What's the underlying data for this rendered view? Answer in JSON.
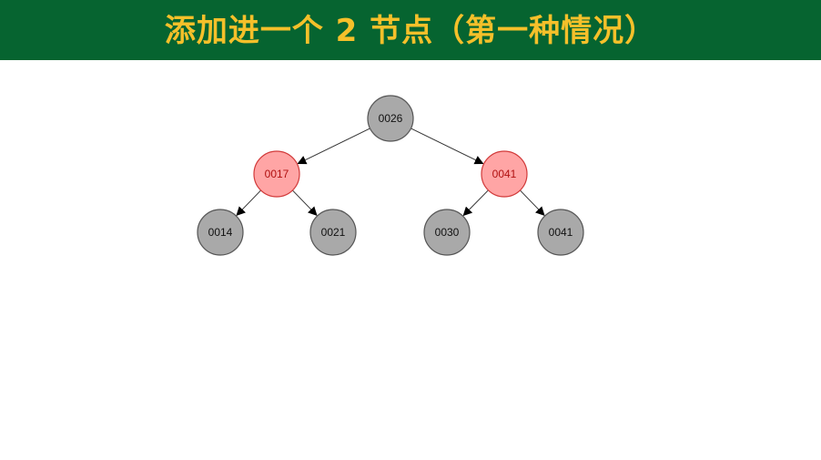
{
  "header": {
    "title": "添加进一个 2 节点（第一种情况）"
  },
  "colors": {
    "header_background": "#066430",
    "title_color": "#f5c02a",
    "black_node_fill": "#a9a9a9",
    "black_node_stroke": "#555555",
    "red_node_fill": "#ffa5a5",
    "red_node_stroke": "#d23a3a",
    "red_node_text": "#b01010",
    "edge_color": "#333333"
  },
  "tree": {
    "nodes": [
      {
        "id": "n26",
        "label": "0026",
        "color": "black"
      },
      {
        "id": "n17",
        "label": "0017",
        "color": "red"
      },
      {
        "id": "n41a",
        "label": "0041",
        "color": "red"
      },
      {
        "id": "n14",
        "label": "0014",
        "color": "black"
      },
      {
        "id": "n21",
        "label": "0021",
        "color": "black"
      },
      {
        "id": "n30",
        "label": "0030",
        "color": "black"
      },
      {
        "id": "n41b",
        "label": "0041",
        "color": "black"
      }
    ],
    "edges": [
      {
        "from": "n26",
        "to": "n17"
      },
      {
        "from": "n26",
        "to": "n41a"
      },
      {
        "from": "n17",
        "to": "n14"
      },
      {
        "from": "n17",
        "to": "n21"
      },
      {
        "from": "n41a",
        "to": "n30"
      },
      {
        "from": "n41a",
        "to": "n41b"
      }
    ]
  }
}
